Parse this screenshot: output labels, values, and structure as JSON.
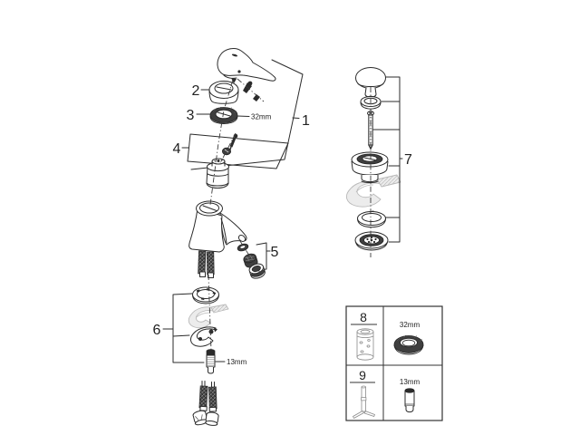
{
  "diagram": {
    "colors": {
      "line": "#2b2b2b",
      "dark_fill": "#3f3f3f",
      "ghost": "#c9c9c9",
      "background": "#ffffff"
    },
    "callouts": {
      "1": "1",
      "2": "2",
      "3": "3",
      "4": "4",
      "5": "5",
      "6": "6",
      "7": "7",
      "8": "8",
      "9": "9"
    },
    "annotations": {
      "cap_nut_size": "32mm",
      "mounting_stud_size": "13mm"
    },
    "service_box": {
      "row_top": {
        "callout": "8",
        "tool_size": "32mm"
      },
      "row_bottom": {
        "callout": "9",
        "tool_size": "13mm"
      }
    }
  }
}
